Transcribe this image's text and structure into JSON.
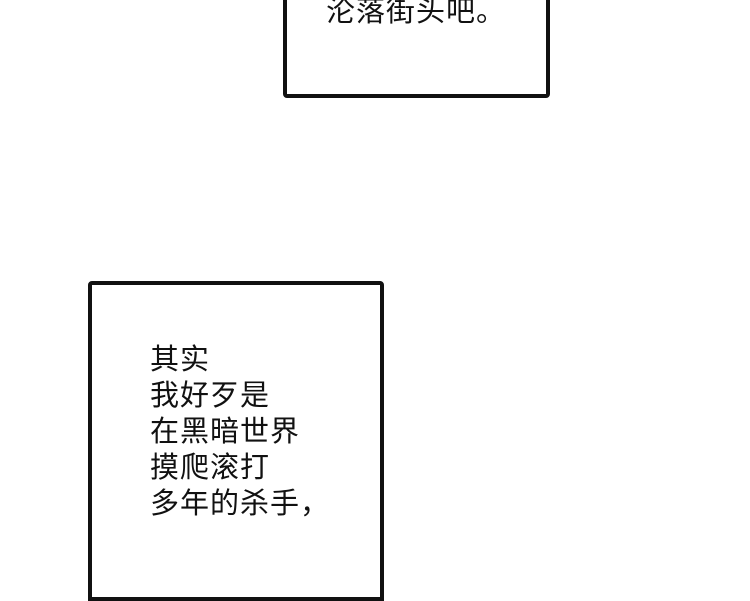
{
  "panels": {
    "top": {
      "lines": [
        "沦落街头吧。"
      ]
    },
    "bottom": {
      "lines": [
        "其实",
        "我好歹是",
        "在黑暗世界",
        "摸爬滚打",
        "多年的杀手，"
      ]
    }
  }
}
